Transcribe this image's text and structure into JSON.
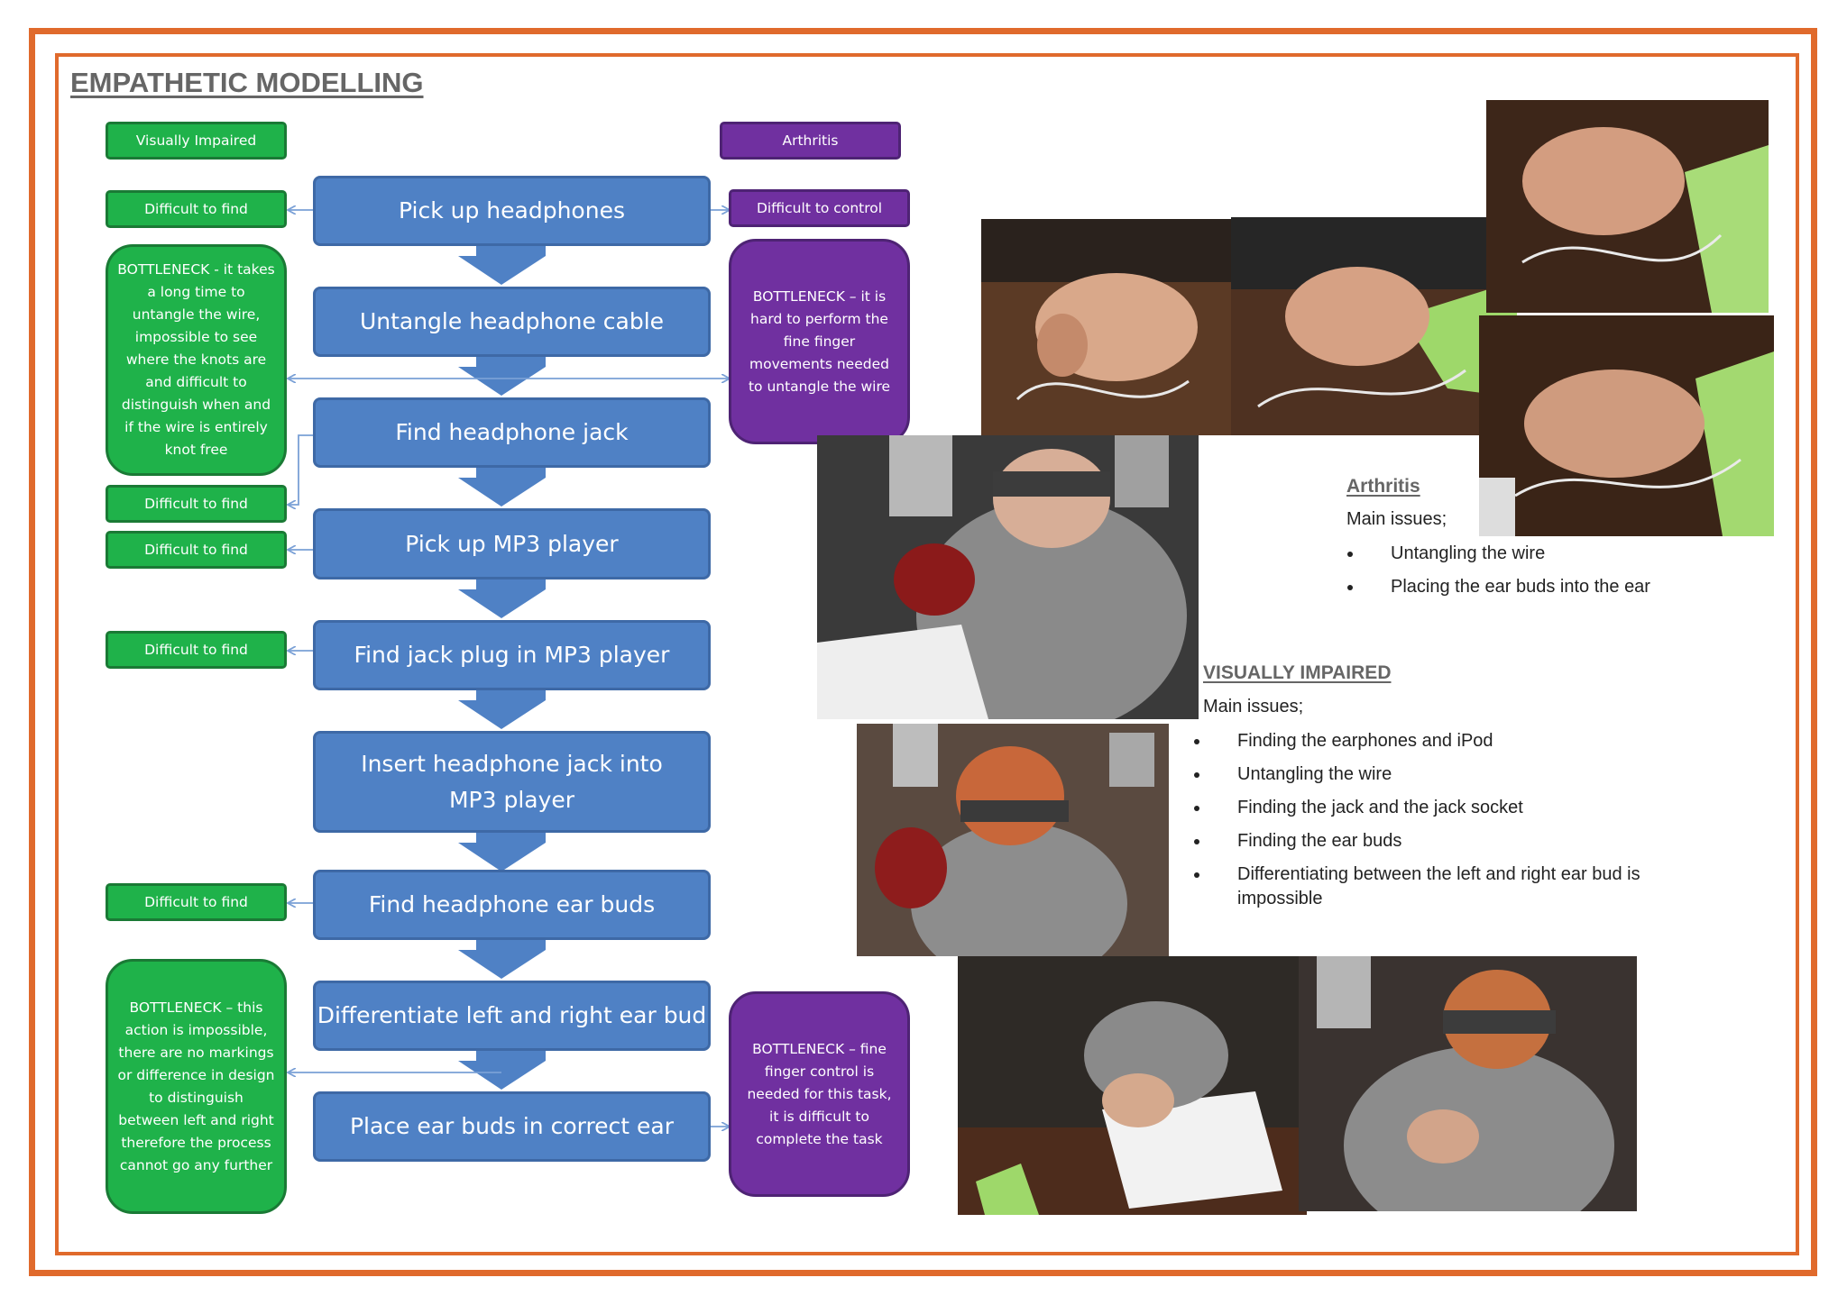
{
  "title": "EMPATHETIC MODELLING",
  "flow_steps": [
    "Pick up headphones",
    "Untangle headphone cable",
    "Find headphone jack",
    "Pick up MP3 player",
    "Find jack plug in MP3 player",
    "Insert headphone jack into MP3 player",
    "Find headphone ear buds",
    "Differentiate left and right ear bud",
    "Place ear buds in correct ear"
  ],
  "visually_impaired_boxes": {
    "header": "Visually Impaired",
    "find_1": "Difficult to find",
    "bottleneck_1": "BOTTLENECK - it takes a long time to untangle the wire, impossible to see where the knots are and difficult to distinguish when and if the wire is entirely knot free",
    "find_2": "Difficult to find",
    "find_3": "Difficult to find",
    "find_4": "Difficult to find",
    "find_5": "Difficult to find",
    "bottleneck_2": "BOTTLENECK – this action is impossible, there are no markings or difference in design to distinguish between left and right therefore the process cannot go any further"
  },
  "arthritis_boxes": {
    "header": "Arthritis",
    "control": "Difficult to control",
    "bottleneck_1": "BOTTLENECK – it is hard to perform the fine finger movements needed to untangle the wire",
    "bottleneck_2": "BOTTLENECK – fine finger control is needed for this task, it is difficult to complete the task"
  },
  "arthritis_notes": {
    "heading": "Arthritis",
    "intro": "Main issues;",
    "issues": [
      "Untangling the wire",
      "Placing the ear buds into the ear"
    ]
  },
  "visually_impaired_notes": {
    "heading": "VISUALLY IMPAIRED",
    "intro": "Main issues;",
    "issues": [
      "Finding the earphones and iPod",
      "Untangling the wire",
      "Finding the jack and the jack socket",
      "Finding the ear buds",
      "Differentiating between the left and right ear bud is impossible"
    ]
  },
  "colors": {
    "frame": "#e06a2c",
    "step_fill": "#4f81c5",
    "visually_impaired_fill": "#1fb24a",
    "arthritis_fill": "#7030a0",
    "arrow": "#4f81c5"
  }
}
